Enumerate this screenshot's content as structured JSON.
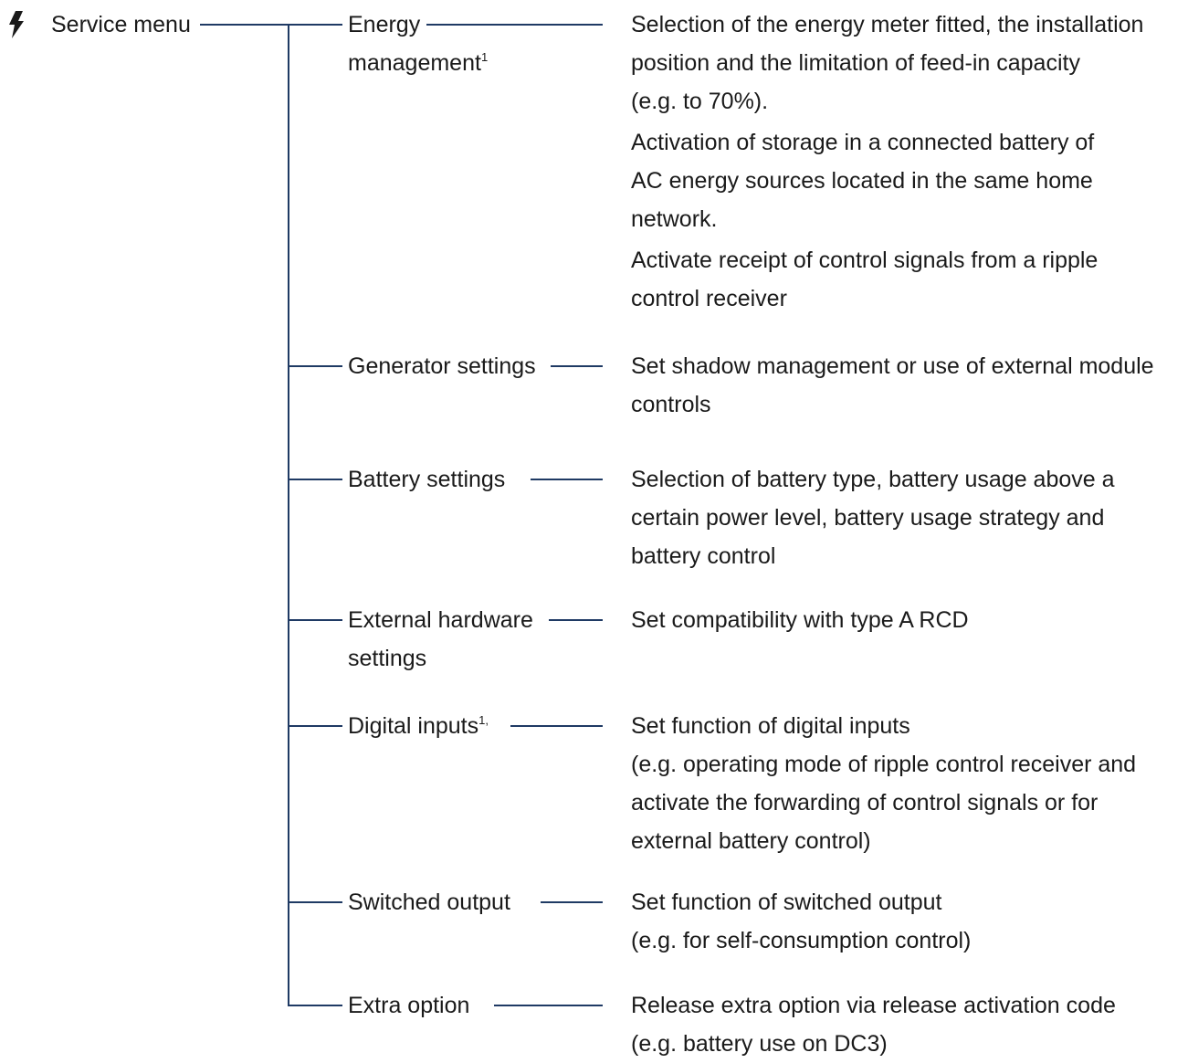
{
  "root": {
    "icon": "lightning-bolt-icon",
    "label": "Service menu"
  },
  "items": [
    {
      "label_line1": "Energy",
      "label_line2": "management",
      "footnote": "1",
      "descriptions": [
        [
          "Selection of the energy meter fitted, the installation",
          "position and the limitation of feed-in capacity",
          "(e.g. to 70%)."
        ],
        [
          "Activation of storage in a connected battery of",
          "AC energy sources located in the same home",
          "network."
        ],
        [
          "Activate receipt of control signals from a ripple",
          "control receiver"
        ]
      ]
    },
    {
      "label_line1": "Generator settings",
      "descriptions": [
        [
          "Set shadow management or use of external module",
          "controls"
        ]
      ]
    },
    {
      "label_line1": "Battery settings",
      "descriptions": [
        [
          "Selection of battery type, battery usage above a",
          "certain power level, battery usage strategy and",
          "battery control"
        ]
      ]
    },
    {
      "label_line1": "External hardware",
      "label_line2": "settings",
      "descriptions": [
        [
          "Set compatibility with type A RCD"
        ]
      ]
    },
    {
      "label_line1": "Digital inputs",
      "footnote": "1,",
      "descriptions": [
        [
          "Set function of digital inputs",
          "(e.g. operating mode of ripple control receiver and",
          "activate the forwarding of control signals or for",
          "external battery control)"
        ]
      ]
    },
    {
      "label_line1": "Switched output",
      "descriptions": [
        [
          "Set function of switched output",
          "(e.g. for self-consumption control)"
        ]
      ]
    },
    {
      "label_line1": "Extra option",
      "descriptions": [
        [
          "Release extra option via release activation code",
          "(e.g. battery use on DC3)"
        ]
      ]
    }
  ],
  "colors": {
    "connector": "#1f3a64",
    "text": "#1a1a1a"
  }
}
